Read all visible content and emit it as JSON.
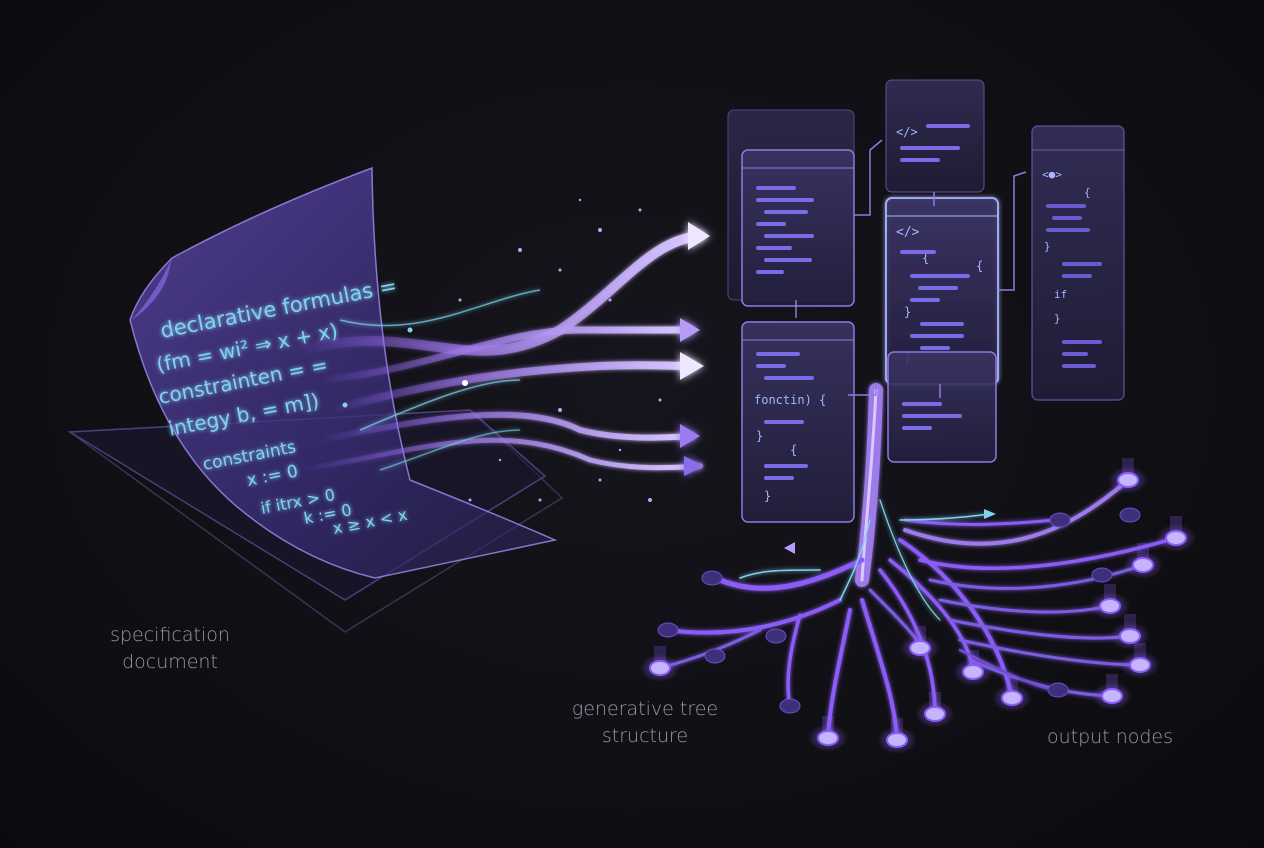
{
  "captions": {
    "spec": [
      "specification",
      "document"
    ],
    "tree": [
      "generative tree",
      "structure"
    ],
    "output": "output nodes"
  },
  "document": {
    "lines": [
      "declarative formulas =",
      "(fm = wi² ⇒ x + x)",
      "constrainten = =",
      "integy b, = m])",
      "constraints",
      "x := 0",
      "if itrx > 0",
      "k := 0",
      "x ≥ x < x"
    ]
  },
  "code_panels": {
    "tag_1": "</>",
    "tag_2": "</>",
    "tag_3": "<●>",
    "brace": "{",
    "close": "}",
    "if": "if",
    "function": "fonctin) {"
  },
  "colors": {
    "accent_purple": "#8b5cf6",
    "accent_cyan": "#7fd3ee",
    "node_glow": "#c4b5fd"
  },
  "icons": [
    "code-tag-icon",
    "arrow-icon"
  ]
}
